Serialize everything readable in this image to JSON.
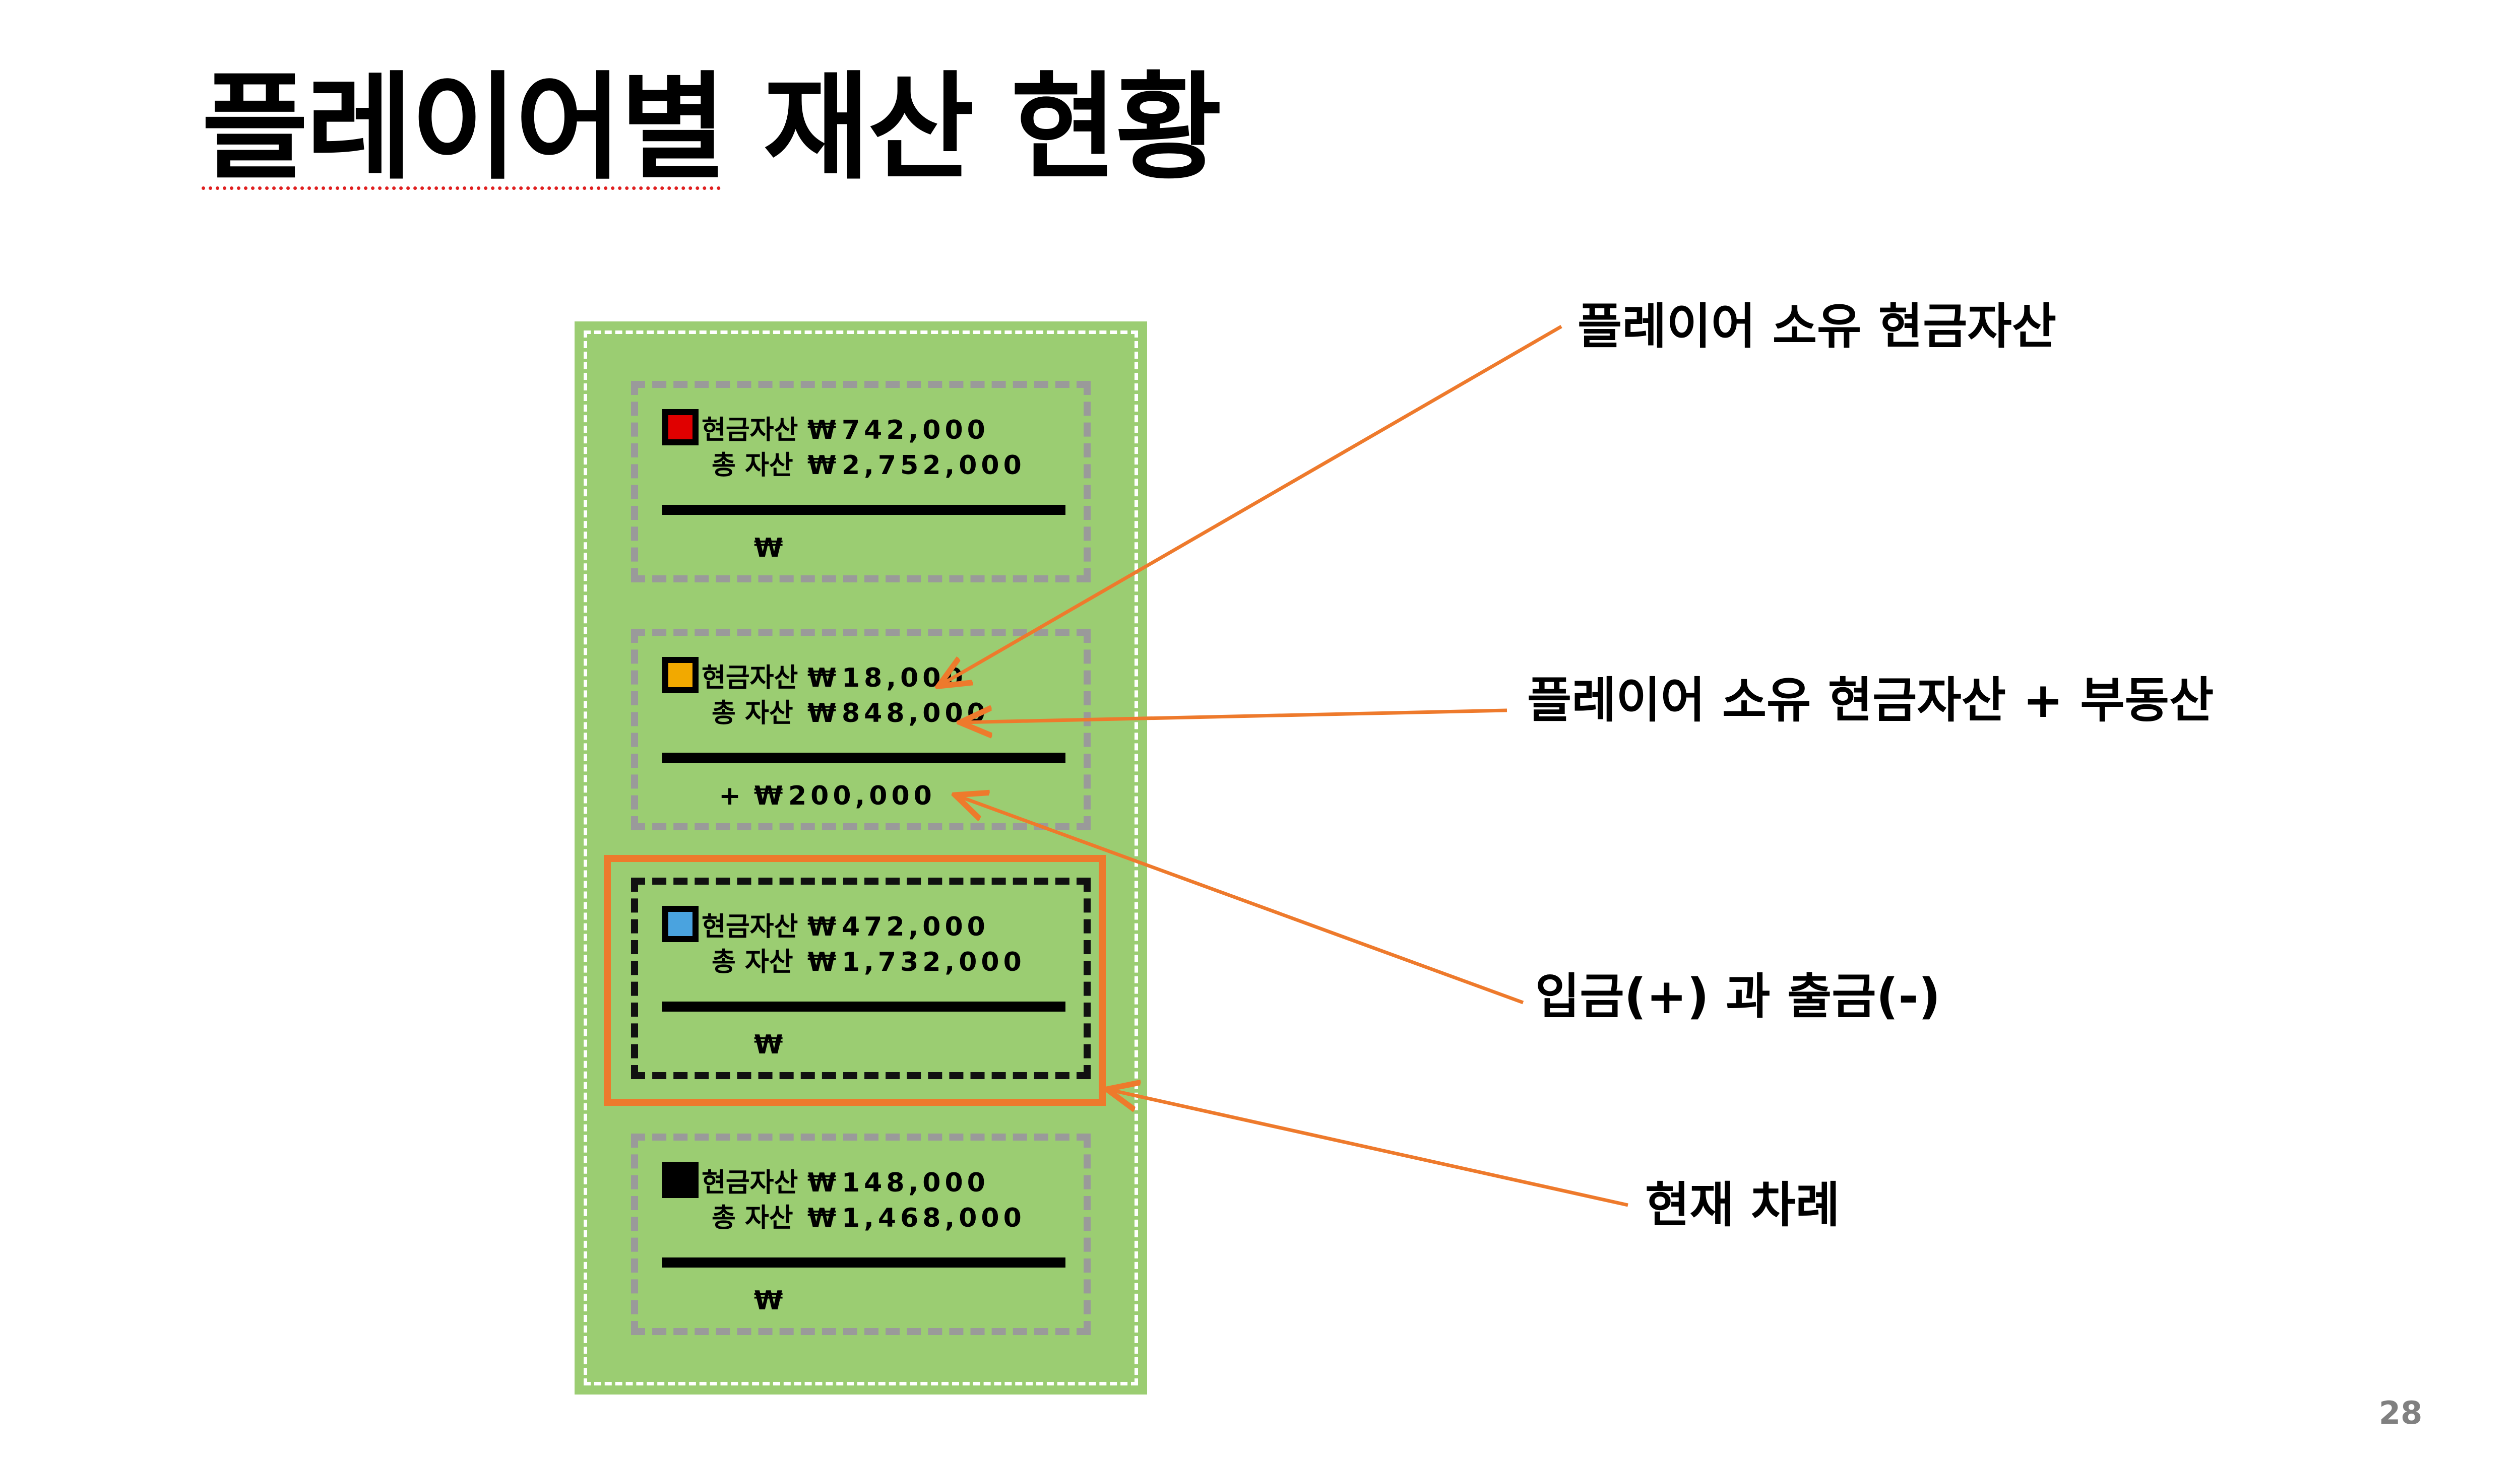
{
  "slide": {
    "title": "플레이어별 재산 현황",
    "page_number": "28"
  },
  "players": [
    {
      "marker_color": "#e00000",
      "cash_label": "현금자산",
      "cash_currency": "₩",
      "cash_value": "742,000",
      "total_label": "총 자산",
      "total_currency": "₩",
      "total_value": "2,752,000",
      "change_sign": "",
      "change_currency": "₩",
      "change_value": "",
      "is_current": false
    },
    {
      "marker_color": "#f2a900",
      "cash_label": "현금자산",
      "cash_currency": "₩",
      "cash_value": "18,000",
      "total_label": "총 자산",
      "total_currency": "₩",
      "total_value": "848,000",
      "change_sign": "+",
      "change_currency": "₩",
      "change_value": "200,000",
      "is_current": false
    },
    {
      "marker_color": "#4aa3df",
      "cash_label": "현금자산",
      "cash_currency": "₩",
      "cash_value": "472,000",
      "total_label": "총 자산",
      "total_currency": "₩",
      "total_value": "1,732,000",
      "change_sign": "",
      "change_currency": "₩",
      "change_value": "",
      "is_current": true
    },
    {
      "marker_color": "#000000",
      "cash_label": "현금자산",
      "cash_currency": "₩",
      "cash_value": "148,000",
      "total_label": "총 자산",
      "total_currency": "₩",
      "total_value": "1,468,000",
      "change_sign": "",
      "change_currency": "₩",
      "change_value": "",
      "is_current": false
    }
  ],
  "annotations": {
    "cash": "플레이어 소유 현금자산",
    "total": "플레이어 소유 현금자산 + 부동산",
    "deposit_withdraw": "입금(+) 과 출금(-)",
    "current_turn": "현재 차례"
  },
  "colors": {
    "board": "#9bcd72",
    "arrow": "#ee7a2c",
    "current_frame": "#ee7a2c"
  }
}
